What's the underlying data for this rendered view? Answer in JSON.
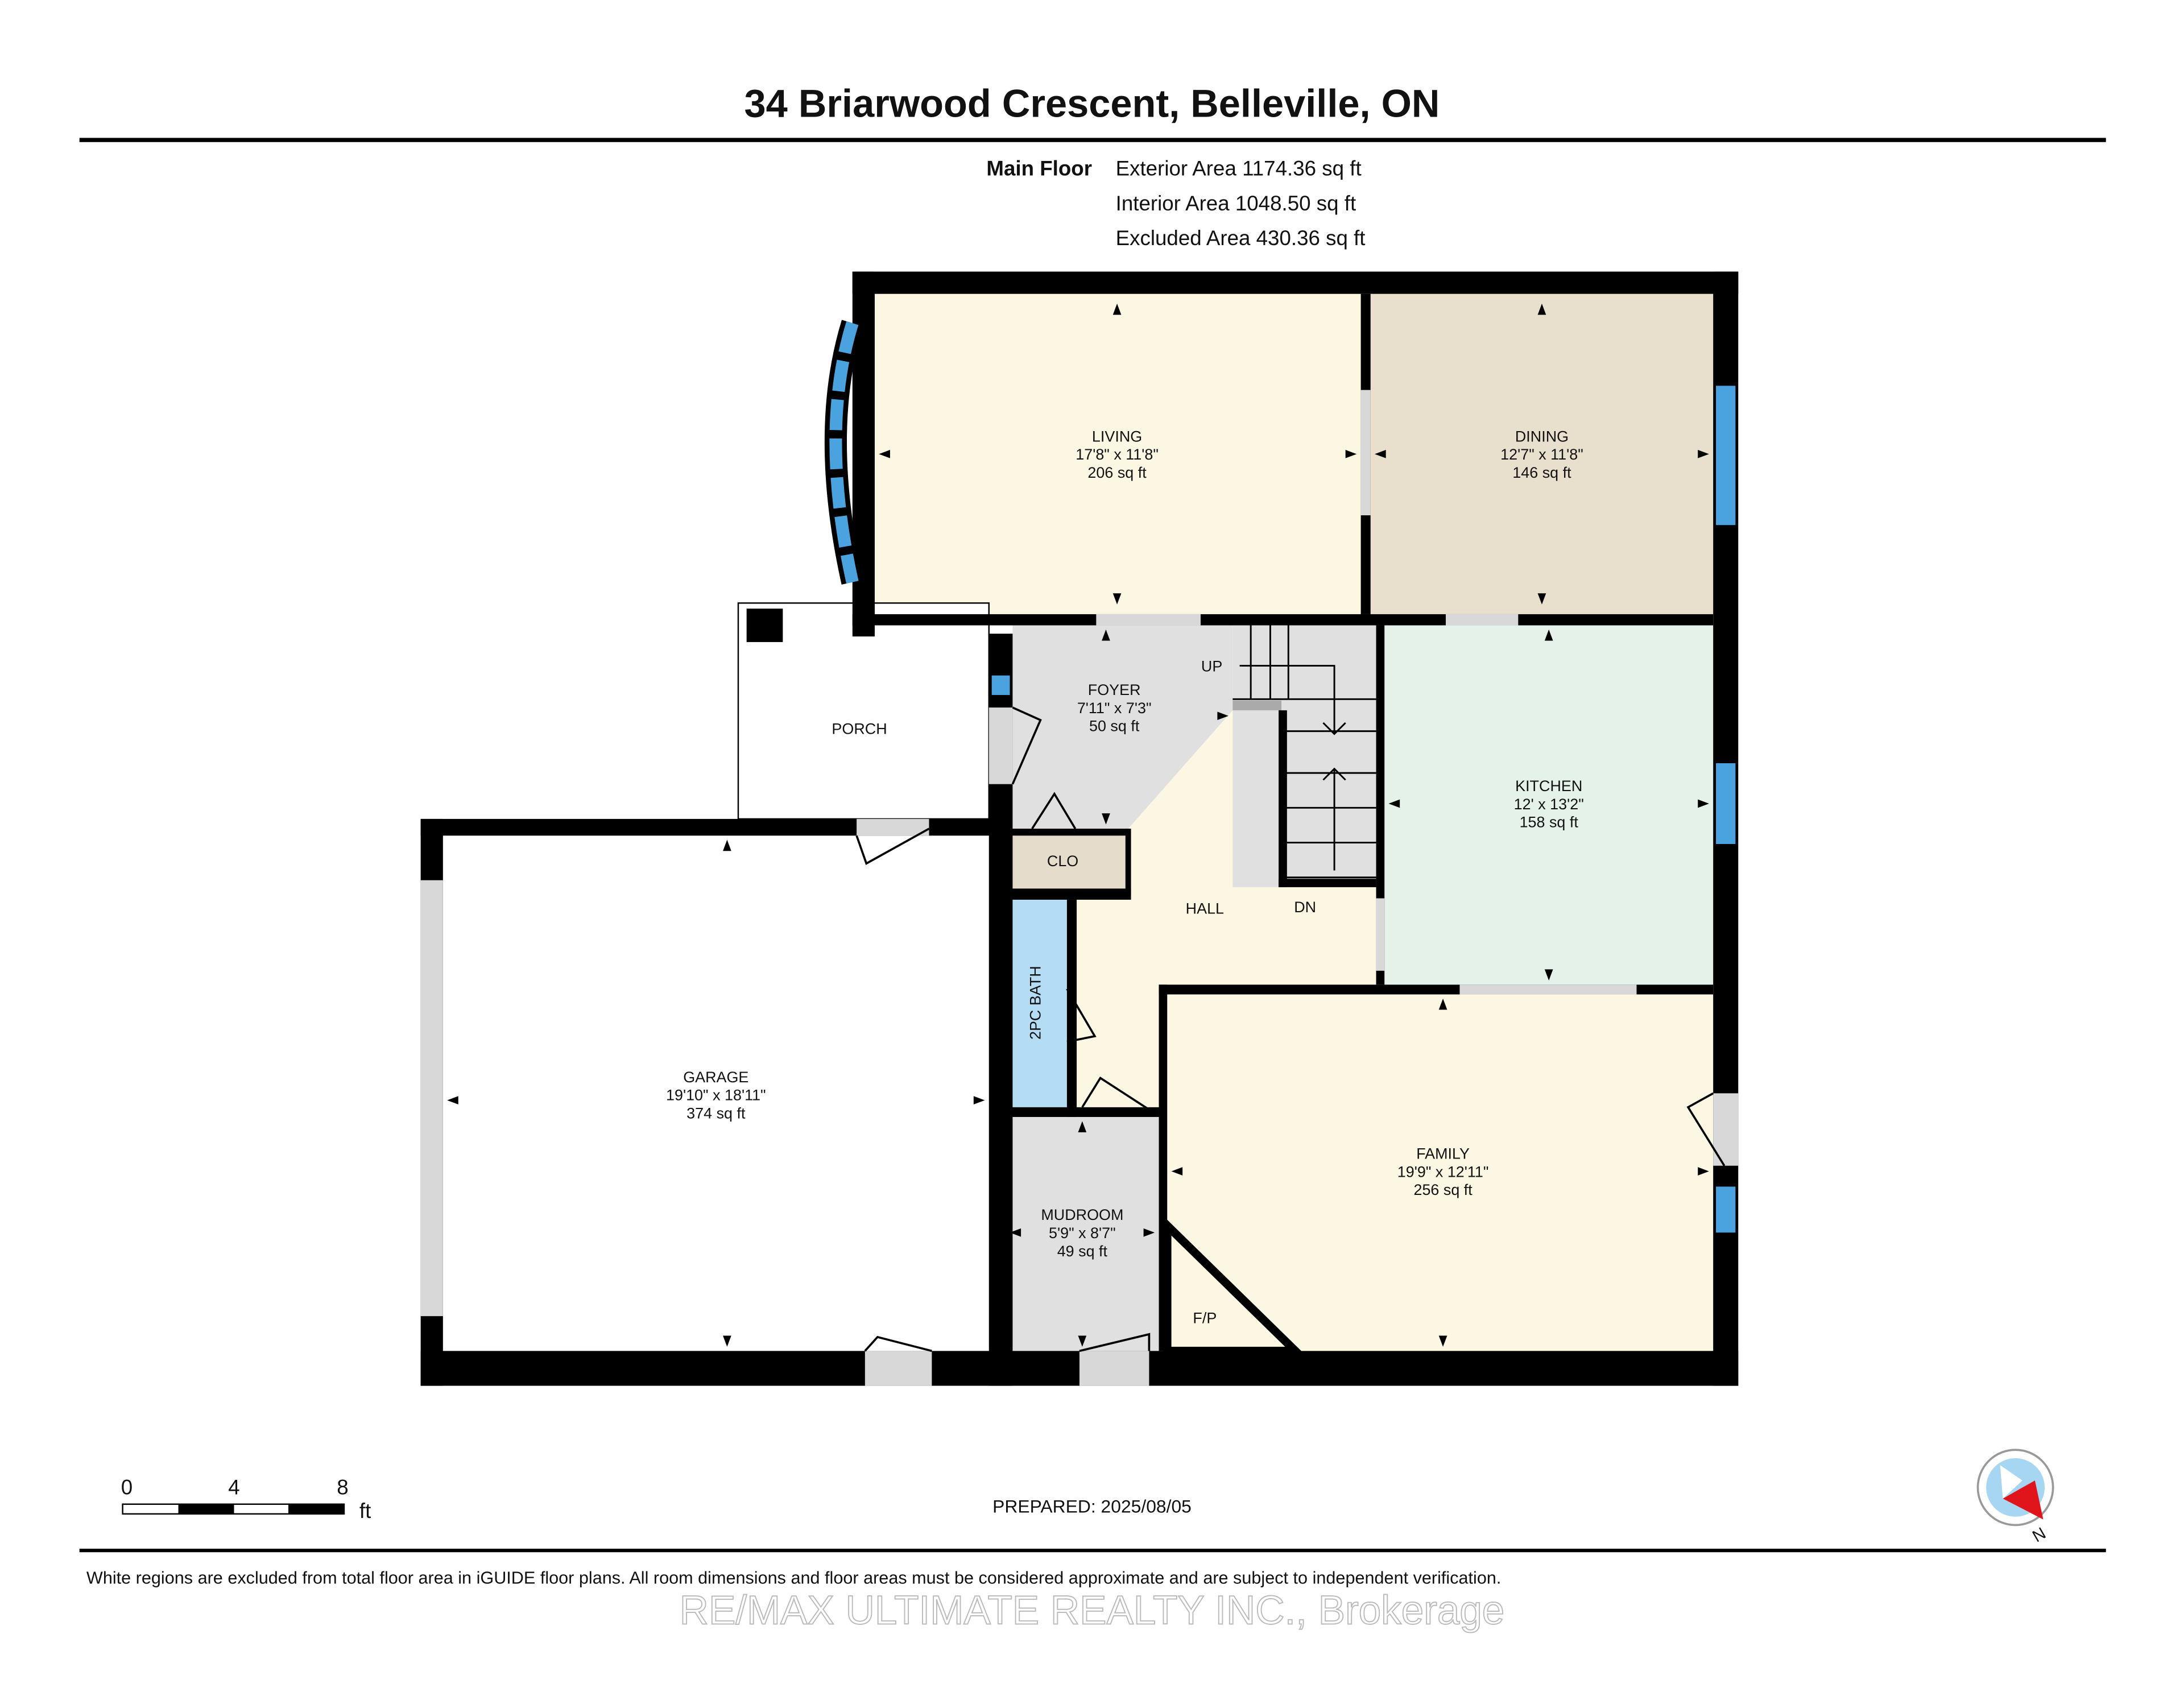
{
  "title": "34 Briarwood Crescent, Belleville, ON",
  "floor_info": {
    "floor_name": "Main Floor",
    "exterior_area": "Exterior Area 1174.36 sq ft",
    "interior_area": "Interior Area 1048.50 sq ft",
    "excluded_area": "Excluded Area 430.36 sq ft"
  },
  "rooms": {
    "living": {
      "name": "LIVING",
      "dims": "17'8\" x 11'8\"",
      "area": "206 sq ft"
    },
    "dining": {
      "name": "DINING",
      "dims": "12'7\" x 11'8\"",
      "area": "146 sq ft"
    },
    "foyer": {
      "name": "FOYER",
      "dims": "7'11\" x 7'3\"",
      "area": "50 sq ft"
    },
    "kitchen": {
      "name": "KITCHEN",
      "dims": "12' x 13'2\"",
      "area": "158 sq ft"
    },
    "garage": {
      "name": "GARAGE",
      "dims": "19'10\" x 18'11\"",
      "area": "374 sq ft"
    },
    "mudroom": {
      "name": "MUDROOM",
      "dims": "5'9\" x 8'7\"",
      "area": "49 sq ft"
    },
    "family": {
      "name": "FAMILY",
      "dims": "19'9\" x 12'11\"",
      "area": "256 sq ft"
    },
    "porch": {
      "name": "PORCH"
    },
    "closet": {
      "name": "CLO"
    },
    "hall": {
      "name": "HALL"
    },
    "bath": {
      "name": "2PC BATH"
    },
    "fireplace": {
      "name": "F/P"
    },
    "stairs_up": "UP",
    "stairs_down": "DN"
  },
  "colors": {
    "living": "#fcf7e3",
    "dining": "#e8dfcd",
    "kitchen": "#e4f2ea",
    "foyer": "#e0e0e0",
    "closet": "#e6dccb",
    "bath": "#b4dcf5",
    "window": "#4aa3df",
    "compass_needle": "#e0141b"
  },
  "scale_bar": {
    "labels": [
      "0",
      "4",
      "8"
    ],
    "unit": "ft"
  },
  "prepared": "PREPARED: 2025/08/05",
  "compass": {
    "label": "N"
  },
  "disclaimer": "White regions are excluded from total floor area in iGUIDE floor plans. All room dimensions and floor areas must be considered approximate and are subject to independent verification.",
  "watermark": "RE/MAX ULTIMATE REALTY INC., Brokerage"
}
